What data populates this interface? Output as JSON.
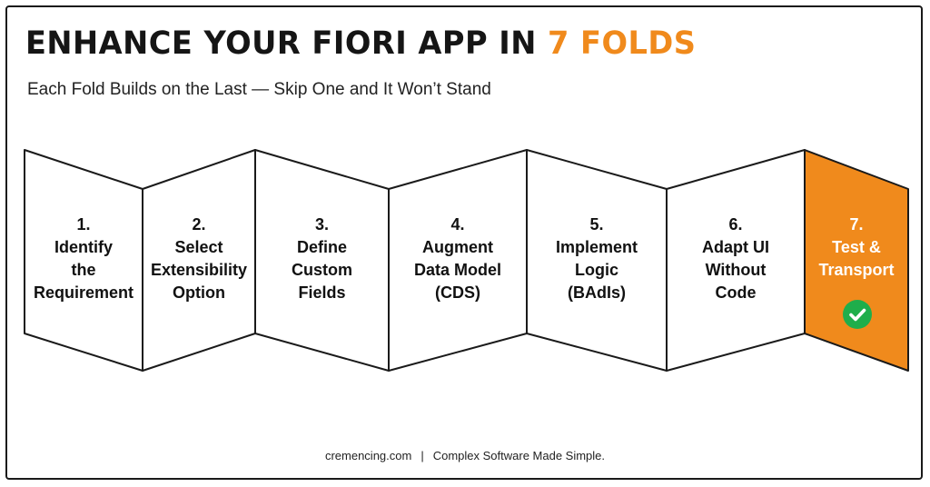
{
  "header": {
    "title_main": "ENHANCE YOUR FIORI APP IN ",
    "title_accent": "7 FOLDS",
    "subtitle": "Each Fold Builds on the Last — Skip One and It Won’t Stand"
  },
  "colors": {
    "accent": "#f08a1c",
    "outline": "#1a1a1a",
    "check_green": "#1fae4b"
  },
  "steps": [
    {
      "number": "1.",
      "lines": [
        "Identify",
        "the",
        "Requirement"
      ]
    },
    {
      "number": "2.",
      "lines": [
        "Select",
        "Extensibility",
        "Option"
      ]
    },
    {
      "number": "3.",
      "lines": [
        "Define",
        "Custom",
        "Fields"
      ]
    },
    {
      "number": "4.",
      "lines": [
        "Augment",
        "Data Model",
        "(CDS)"
      ]
    },
    {
      "number": "5.",
      "lines": [
        "Implement",
        "Logic",
        "(BAdIs)"
      ]
    },
    {
      "number": "6.",
      "lines": [
        "Adapt UI",
        "Without",
        "Code"
      ]
    },
    {
      "number": "7.",
      "lines": [
        "Test &",
        "Transport"
      ],
      "highlighted": true,
      "icon": "check-circle-icon"
    }
  ],
  "footer": {
    "site": "cremencing.com",
    "separator": "|",
    "tagline": "Complex Software Made Simple."
  }
}
